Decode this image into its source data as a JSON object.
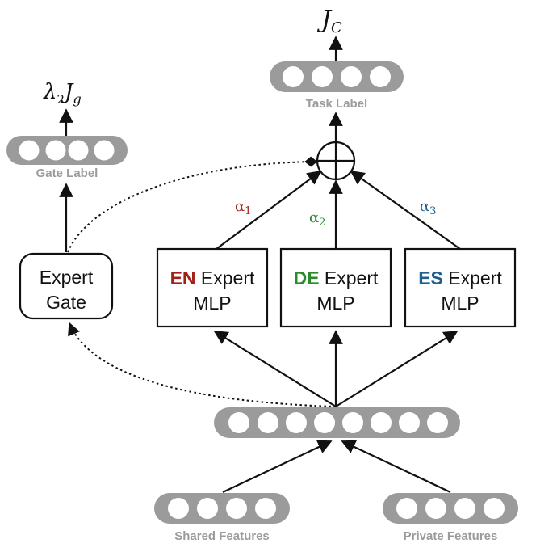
{
  "top": {
    "objective_symbol": "J",
    "objective_subscript": "C",
    "task_label": "Task Label"
  },
  "gate": {
    "objective_lambda": "λ",
    "objective_lambda_sub": "2",
    "objective_symbol": "J",
    "objective_subscript": "g",
    "gate_label": "Gate Label",
    "box_line1": "Expert",
    "box_line2": "Gate"
  },
  "experts": [
    {
      "code": "EN",
      "word": " Expert",
      "line2": "MLP",
      "color": "#a32019",
      "weight": "α",
      "weight_sub": "1"
    },
    {
      "code": "DE",
      "word": " Expert",
      "line2": "MLP",
      "color": "#2b8a2a",
      "weight": "α",
      "weight_sub": "2"
    },
    {
      "code": "ES",
      "word": " Expert",
      "line2": "MLP",
      "color": "#1f5f8e",
      "weight": "α",
      "weight_sub": "3"
    }
  ],
  "inputs": {
    "shared_label": "Shared Features",
    "private_label": "Private Features"
  },
  "colors": {
    "node_pill": "#9b9b9b",
    "node_circle": "#ffffff",
    "label_gray": "#9b9b9b",
    "stroke": "#111111"
  }
}
